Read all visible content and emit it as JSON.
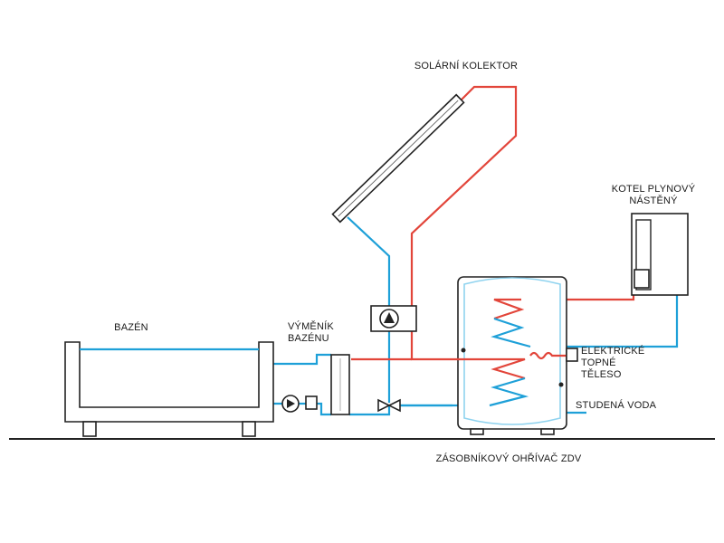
{
  "labels": {
    "solar_collector": "SOLÁRNÍ KOLEKTOR",
    "boiler_line1": "KOTEL PLYNOVÝ",
    "boiler_line2": "NÁSTĚNÝ",
    "pool": "BAZÉN",
    "exchanger_line1": "VÝMĚNÍK",
    "exchanger_line2": "BAZÉNU",
    "heater_line1": "ELEKTRICKÉ",
    "heater_line2": "TOPNÉ",
    "heater_line3": "TĚLESO",
    "cold_water": "STUDENÁ VODA",
    "tank": "ZÁSOBNÍKOVÝ OHŘÍVAČ ZDV"
  },
  "colors": {
    "hot_pipe": "#e2453a",
    "cold_pipe": "#1ea0d8",
    "outline": "#222222"
  }
}
